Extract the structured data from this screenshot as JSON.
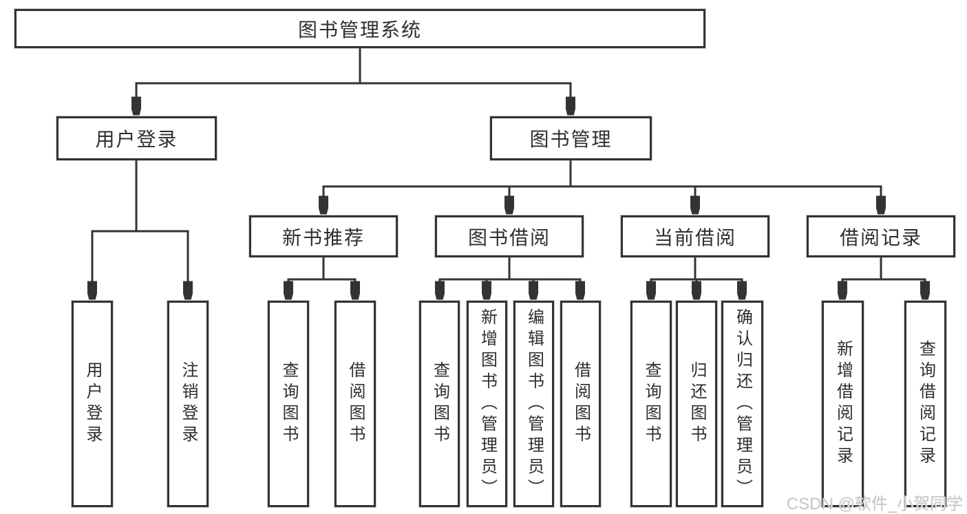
{
  "diagram": {
    "type": "hierarchy-tree",
    "colors": {
      "line": "#333333",
      "box_border": "#333333",
      "text": "#2e2e2e",
      "background": "#ffffff",
      "watermark": "#c8c8c8"
    },
    "tree": {
      "root": {
        "id": "library-system",
        "label": "图书管理系统"
      },
      "level2": [
        {
          "id": "user-login-module",
          "label": "用户登录",
          "parent": "library-system"
        },
        {
          "id": "book-management",
          "label": "图书管理",
          "parent": "library-system"
        }
      ],
      "level3": [
        {
          "id": "new-book-recommend",
          "label": "新书推荐",
          "parent": "book-management"
        },
        {
          "id": "book-borrowing",
          "label": "图书借阅",
          "parent": "book-management"
        },
        {
          "id": "current-borrowing",
          "label": "当前借阅",
          "parent": "book-management"
        },
        {
          "id": "borrowing-records",
          "label": "借阅记录",
          "parent": "book-management"
        }
      ],
      "level4": [
        {
          "id": "user-login",
          "label": "用户登录",
          "parent": "user-login-module"
        },
        {
          "id": "logout",
          "label": "注销登录",
          "parent": "user-login-module"
        },
        {
          "id": "query-books-recommend",
          "label": "查询图书",
          "parent": "new-book-recommend"
        },
        {
          "id": "borrow-books-recommend",
          "label": "借阅图书",
          "parent": "new-book-recommend"
        },
        {
          "id": "query-books-borrowing",
          "label": "查询图书",
          "parent": "book-borrowing"
        },
        {
          "id": "add-books-admin",
          "label": "新增图书（管理员）",
          "parent": "book-borrowing"
        },
        {
          "id": "edit-books-admin",
          "label": "编辑图书（管理员）",
          "parent": "book-borrowing"
        },
        {
          "id": "borrow-books-borrowing",
          "label": "借阅图书",
          "parent": "book-borrowing"
        },
        {
          "id": "query-books-current",
          "label": "查询图书",
          "parent": "current-borrowing"
        },
        {
          "id": "return-books",
          "label": "归还图书",
          "parent": "current-borrowing"
        },
        {
          "id": "confirm-return-admin",
          "label": "确认归还（管理员）",
          "parent": "current-borrowing"
        },
        {
          "id": "add-borrow-record",
          "label": "新增借阅记录",
          "parent": "borrowing-records"
        },
        {
          "id": "query-borrow-record",
          "label": "查询借阅记录",
          "parent": "borrowing-records"
        }
      ]
    }
  },
  "watermark": {
    "text": "CSDN @软件_小贺同学"
  }
}
